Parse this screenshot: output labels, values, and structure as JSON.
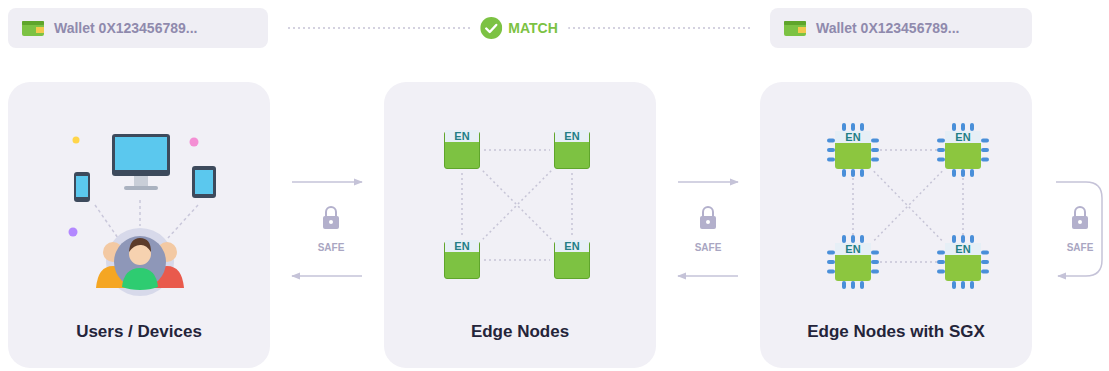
{
  "diagram": {
    "nodes": [
      {
        "text": [
          "Wallet 0X123456789..."
        ]
      },
      {
        "text": [
          "Wallet 0X123456789..."
        ]
      },
      {
        "text": [
          "Users / Devices"
        ]
      },
      {
        "text": [
          "Edge Nodes"
        ]
      },
      {
        "text": [
          "EN"
        ],
        "in": 3
      },
      {
        "text": [
          "EN"
        ],
        "in": 3
      },
      {
        "text": [
          "EN"
        ],
        "in": 3
      },
      {
        "text": [
          "EN"
        ],
        "in": 3
      },
      {
        "text": [
          "Edge Nodes with SGX"
        ]
      },
      {
        "text": [
          "EN"
        ],
        "in": 8
      },
      {
        "text": [
          "EN"
        ],
        "in": 8
      },
      {
        "text": [
          "EN"
        ],
        "in": 8
      },
      {
        "text": [
          "EN"
        ],
        "in": 8
      }
    ],
    "edges": [
      {
        "from": 0,
        "to": 1,
        "label": "MATCH",
        "arrow": "none"
      },
      {
        "from": 2,
        "to": 3,
        "arrow": "to"
      },
      {
        "from": 3,
        "to": 2,
        "arrow": "to"
      },
      {
        "from": 3,
        "to": 8,
        "arrow": "to"
      },
      {
        "from": 8,
        "to": 3,
        "arrow": "to"
      },
      {
        "from": 4,
        "to": 5,
        "arrow": "none"
      },
      {
        "from": 6,
        "to": 7,
        "arrow": "none"
      },
      {
        "from": 4,
        "to": 6,
        "arrow": "none"
      },
      {
        "from": 5,
        "to": 7,
        "arrow": "none"
      },
      {
        "from": 4,
        "to": 7,
        "arrow": "none"
      },
      {
        "from": 5,
        "to": 6,
        "arrow": "none"
      },
      {
        "from": 9,
        "to": 10,
        "arrow": "none"
      },
      {
        "from": 11,
        "to": 12,
        "arrow": "none"
      },
      {
        "from": 9,
        "to": 11,
        "arrow": "none"
      },
      {
        "from": 10,
        "to": 12,
        "arrow": "none"
      },
      {
        "from": 9,
        "to": 12,
        "arrow": "none"
      },
      {
        "from": 10,
        "to": 11,
        "arrow": "none"
      }
    ],
    "labels": [
      "SAFE",
      "SAFE",
      "SAFE"
    ]
  }
}
